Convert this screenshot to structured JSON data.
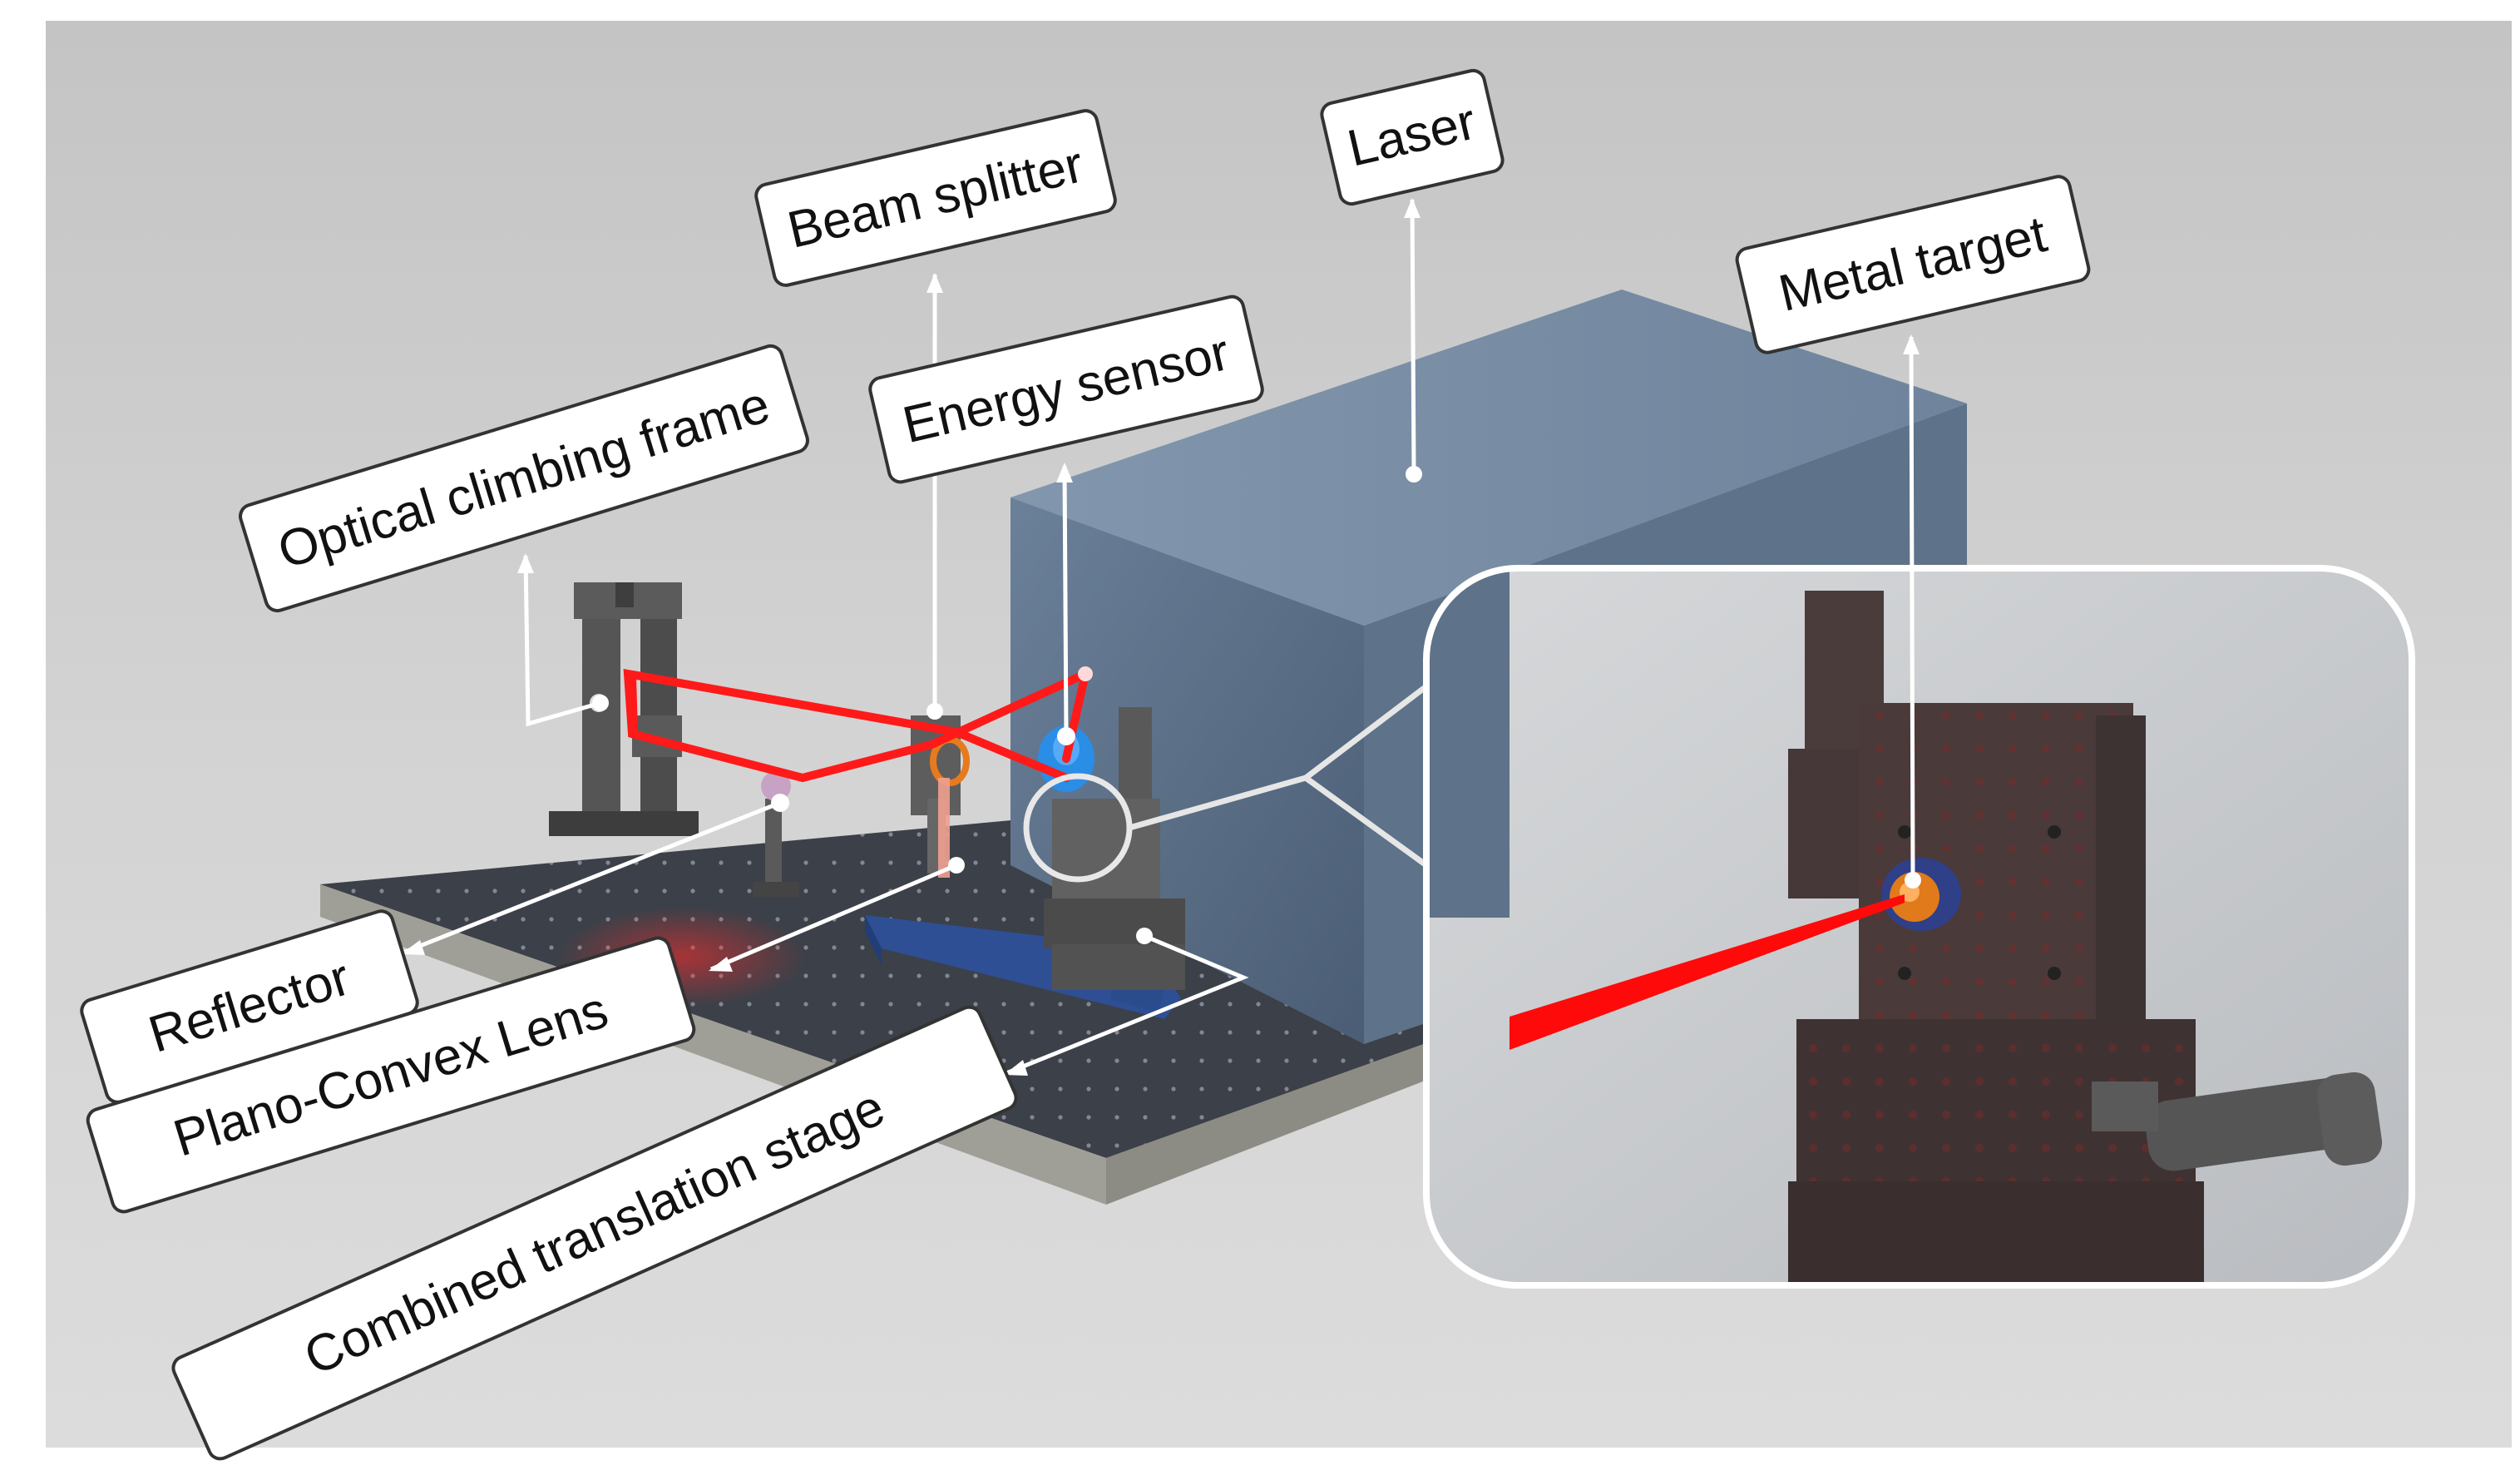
{
  "labels": {
    "laser": "Laser",
    "beam_splitter": "Beam splitter",
    "metal_target": "Metal target",
    "energy_sensor": "Energy sensor",
    "optical_climbing_frame": "Optical climbing frame",
    "reflector": "Reflector",
    "plano_convex_lens": "Plano-Convex Lens",
    "combined_translation_stage": "Combined translation stage"
  },
  "colors": {
    "background": "#d2d2d2",
    "laser_box": "#5a6f86",
    "laser_beam": "#ff1a1a",
    "optical_table": "#3a3e46",
    "table_edge": "#9b9b94",
    "stage_base": "#2e4f94",
    "energy_sensor": "#2a8de6",
    "callout_frame": "#ffffff",
    "label_fill": "#ffffff",
    "label_text": "#111111"
  }
}
